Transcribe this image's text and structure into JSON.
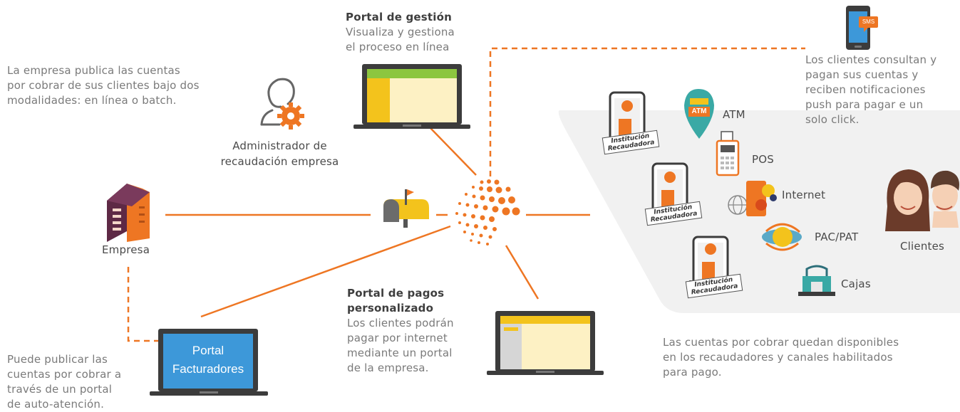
{
  "colors": {
    "orange": "#ee7623",
    "gray_text": "#7a7a7a",
    "dark_text": "#3e3e3e",
    "laptop": "#3c3c3c",
    "blue": "#3d98d9"
  },
  "empresa": {
    "label": "Empresa",
    "desc": [
      "La empresa publica las cuentas",
      "por cobrar de sus clientes bajo dos",
      "modalidades: en línea o batch."
    ]
  },
  "admin": {
    "label": [
      "Administrador de",
      "recaudación empresa"
    ]
  },
  "portal_gestion": {
    "title": "Portal de gestión",
    "desc": [
      "Visualiza y gestiona",
      "el proceso en línea"
    ]
  },
  "portal_facturadores": {
    "screen": [
      "Portal",
      "Facturadores"
    ],
    "desc": [
      "Puede publicar las",
      "cuentas por cobrar a",
      "través de un portal",
      "de auto-atención."
    ]
  },
  "portal_pagos": {
    "title": [
      "Portal de pagos",
      "personalizado"
    ],
    "desc": [
      "Los clientes podrán",
      "pagar por internet",
      "mediante un portal",
      "de la empresa."
    ]
  },
  "sms": {
    "badge": "SMS",
    "desc": [
      "Los clientes consultan y",
      "pagan sus cuentas y",
      "reciben notificaciones",
      "push para pagar e un",
      "solo click."
    ]
  },
  "institucion": {
    "label": [
      "Institución",
      "Recaudadora"
    ]
  },
  "channels": [
    {
      "name": "ATM",
      "icon": "atm-icon",
      "badge": "ATM"
    },
    {
      "name": "POS",
      "icon": "pos-icon"
    },
    {
      "name": "Internet",
      "icon": "internet-icon"
    },
    {
      "name": "PAC/PAT",
      "icon": "pac-pat-icon"
    },
    {
      "name": "Cajas",
      "icon": "cajas-icon"
    }
  ],
  "clientes": {
    "label": "Clientes"
  },
  "recaudadores": {
    "desc": [
      "Las cuentas por cobrar quedan disponibles",
      "en los recaudadores y canales habilitados",
      "para pago."
    ]
  }
}
